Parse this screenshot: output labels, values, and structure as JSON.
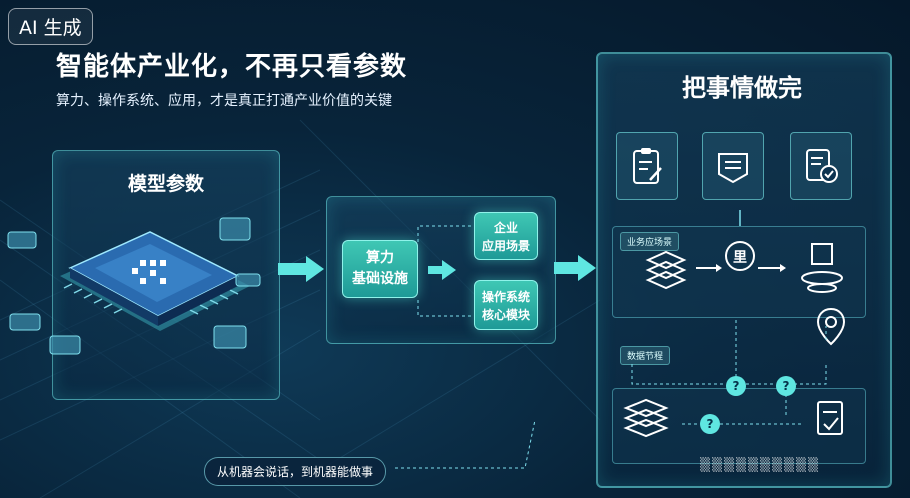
{
  "badge": "AI 生成",
  "header": {
    "title": "智能体产业化，不再只看参数",
    "subtitle": "算力、操作系统、应用，才是真正打通产业价值的关键"
  },
  "left_panel": {
    "title": "模型参数"
  },
  "middle_panel": {
    "core": "算力\n基础设施",
    "top_box": "企业\n应用场景",
    "bottom_box": "操作系统\n核心模块"
  },
  "right_panel": {
    "title": "把事情做完",
    "section1_label": "业务应场景",
    "section2_label": "数据节程",
    "qmark": "?"
  },
  "bottom_tag": "从机器会说话，到机器能做事",
  "colors": {
    "accent": "#5fe6e1",
    "pill": "#2bb3a6",
    "bg": "#08243a"
  },
  "icons": [
    "clipboard-icon",
    "layers-tray-icon",
    "checklist-icon",
    "stack-layers-icon",
    "gear-badge-icon",
    "hand-cube-icon",
    "location-pin-icon",
    "document-check-icon"
  ]
}
